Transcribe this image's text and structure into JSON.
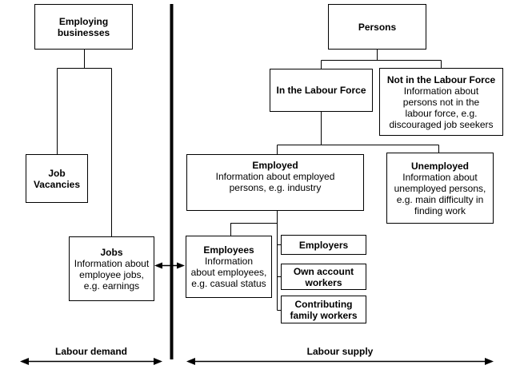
{
  "boxes": {
    "employing_businesses": {
      "title": "Employing\nbusinesses"
    },
    "job_vacancies": {
      "title": "Job\nVacancies"
    },
    "jobs": {
      "title": "Jobs",
      "body": "Information about\nemployee jobs,\ne.g. earnings"
    },
    "persons": {
      "title": "Persons"
    },
    "in_labour_force": {
      "title": "In the Labour Force"
    },
    "not_in_labour_force": {
      "title": "Not in the Labour Force",
      "body": "Information about\npersons not in the\nlabour force, e.g.\ndiscouraged job seekers"
    },
    "employed": {
      "title": "Employed",
      "body": "Information about employed\npersons, e.g. industry"
    },
    "unemployed": {
      "title": "Unemployed",
      "body": "Information about\nunemployed persons,\ne.g. main difficulty in\nfinding work"
    },
    "employees": {
      "title": "Employees",
      "body": "Information\nabout employees,\ne.g. casual status"
    },
    "employers": {
      "title": "Employers"
    },
    "own_account_workers": {
      "title": "Own account\nworkers"
    },
    "contributing_family_workers": {
      "title": "Contributing\nfamily workers"
    }
  },
  "labels": {
    "labour_demand": "Labour demand",
    "labour_supply": "Labour supply"
  },
  "colors": {
    "line": "#000000",
    "box_background": "#ffffff",
    "page_background": "#ffffff"
  }
}
